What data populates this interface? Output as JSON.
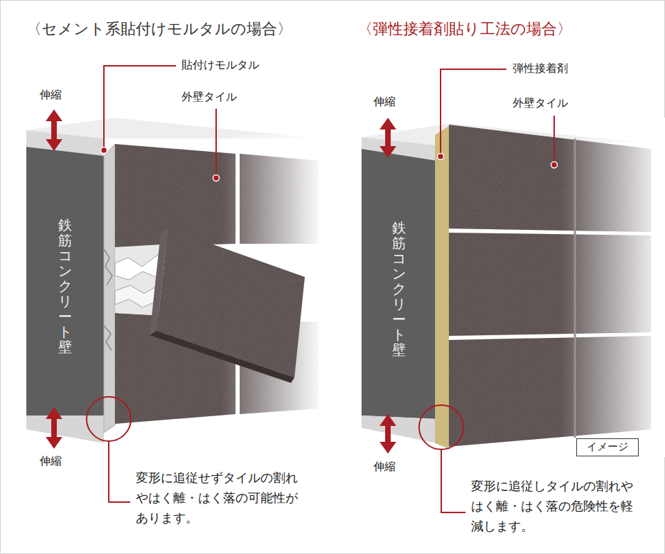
{
  "diagram": {
    "nodes": [
      {
        "text": [
          "鉄筋コンクリート壁"
        ]
      },
      {
        "text": [
          "鉄筋コンクリート壁"
        ]
      },
      {
        "text": [
          "イメージ"
        ]
      }
    ],
    "labels": [
      "〈セメント系貼付けモルタルの場合〉",
      "〈弾性接着剤貼り工法の場合〉",
      "貼付けモルタル",
      "外壁タイル",
      "伸縮",
      "伸縮",
      "変形に追従せずタイルの割れやはく離・はく落の可能性があります。",
      "弾性接着剤",
      "外壁タイル",
      "伸縮",
      "伸縮",
      "変形に追従しタイルの割れやはく離・はく落の危険性を軽減します。"
    ]
  }
}
